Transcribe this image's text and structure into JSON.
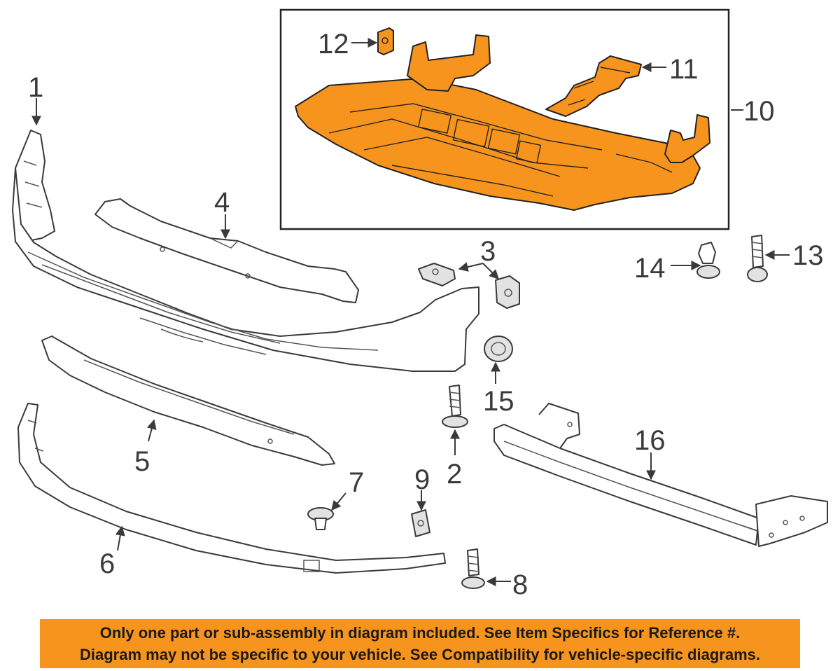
{
  "highlight_color": "#f7941d",
  "callouts": {
    "c1": "1",
    "c2": "2",
    "c3": "3",
    "c4": "4",
    "c5": "5",
    "c6": "6",
    "c7": "7",
    "c8": "8",
    "c9": "9",
    "c10": "10",
    "c11": "11",
    "c12": "12",
    "c13": "13",
    "c14": "14",
    "c15": "15",
    "c16": "16"
  },
  "disclaimer": {
    "line1": "Only one part or sub-assembly in diagram included. See Item Specifics for Reference #.",
    "line2": "Diagram may not be specific to your vehicle. See Compatibility for vehicle-specific diagrams."
  }
}
